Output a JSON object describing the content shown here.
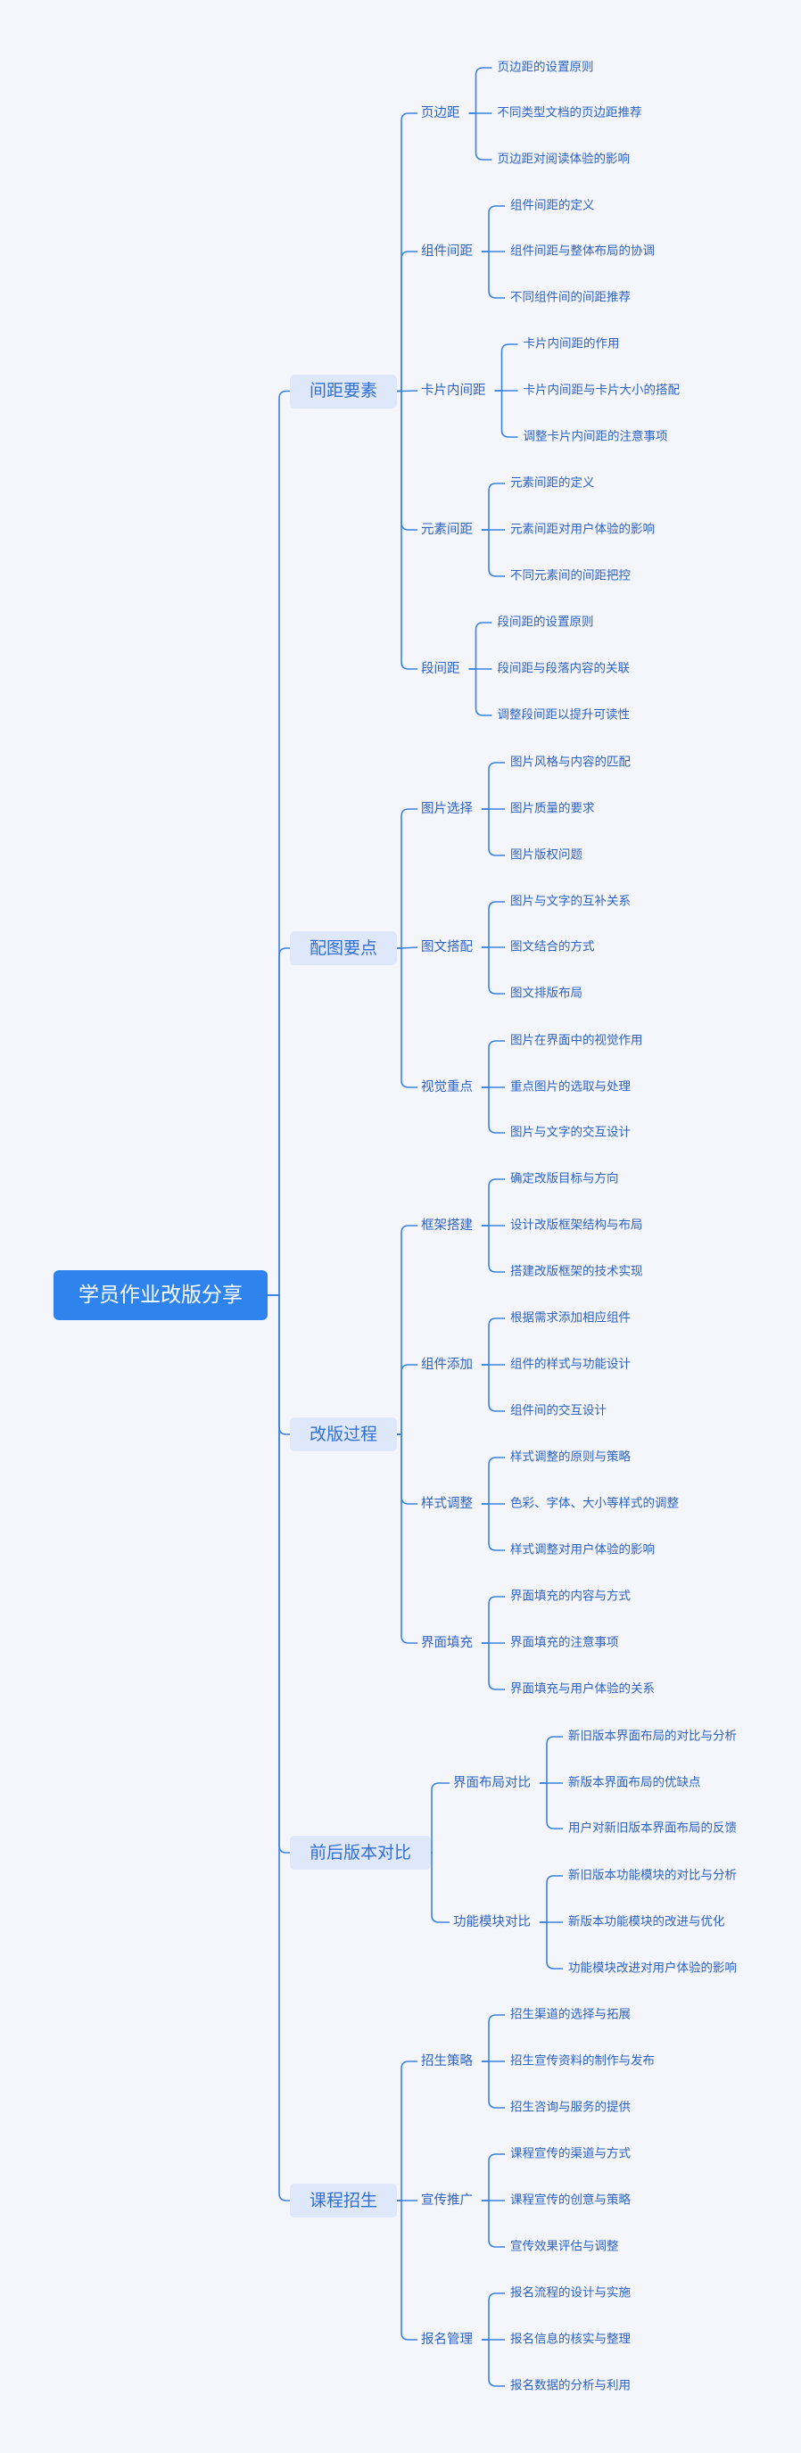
{
  "root": {
    "label": "学员作业改版分享"
  },
  "branches": [
    {
      "label": "间距要素",
      "children": [
        {
          "label": "页边距",
          "children": [
            {
              "label": "页边距的设置原则"
            },
            {
              "label": "不同类型文档的页边距推荐"
            },
            {
              "label": "页边距对阅读体验的影响"
            }
          ]
        },
        {
          "label": "组件间距",
          "children": [
            {
              "label": "组件间距的定义"
            },
            {
              "label": "组件间距与整体布局的协调"
            },
            {
              "label": "不同组件间的间距推荐"
            }
          ]
        },
        {
          "label": "卡片内间距",
          "children": [
            {
              "label": "卡片内间距的作用"
            },
            {
              "label": "卡片内间距与卡片大小的搭配"
            },
            {
              "label": "调整卡片内间距的注意事项"
            }
          ]
        },
        {
          "label": "元素间距",
          "children": [
            {
              "label": "元素间距的定义"
            },
            {
              "label": "元素间距对用户体验的影响"
            },
            {
              "label": "不同元素间的间距把控"
            }
          ]
        },
        {
          "label": "段间距",
          "children": [
            {
              "label": "段间距的设置原则"
            },
            {
              "label": "段间距与段落内容的关联"
            },
            {
              "label": "调整段间距以提升可读性"
            }
          ]
        }
      ]
    },
    {
      "label": "配图要点",
      "children": [
        {
          "label": "图片选择",
          "children": [
            {
              "label": "图片风格与内容的匹配"
            },
            {
              "label": "图片质量的要求"
            },
            {
              "label": "图片版权问题"
            }
          ]
        },
        {
          "label": "图文搭配",
          "children": [
            {
              "label": "图片与文字的互补关系"
            },
            {
              "label": "图文结合的方式"
            },
            {
              "label": "图文排版布局"
            }
          ]
        },
        {
          "label": "视觉重点",
          "children": [
            {
              "label": "图片在界面中的视觉作用"
            },
            {
              "label": "重点图片的选取与处理"
            },
            {
              "label": "图片与文字的交互设计"
            }
          ]
        }
      ]
    },
    {
      "label": "改版过程",
      "children": [
        {
          "label": "框架搭建",
          "children": [
            {
              "label": "确定改版目标与方向"
            },
            {
              "label": "设计改版框架结构与布局"
            },
            {
              "label": "搭建改版框架的技术实现"
            }
          ]
        },
        {
          "label": "组件添加",
          "children": [
            {
              "label": "根据需求添加相应组件"
            },
            {
              "label": "组件的样式与功能设计"
            },
            {
              "label": "组件间的交互设计"
            }
          ]
        },
        {
          "label": "样式调整",
          "children": [
            {
              "label": "样式调整的原则与策略"
            },
            {
              "label": "色彩、字体、大小等样式的调整"
            },
            {
              "label": "样式调整对用户体验的影响"
            }
          ]
        },
        {
          "label": "界面填充",
          "children": [
            {
              "label": "界面填充的内容与方式"
            },
            {
              "label": "界面填充的注意事项"
            },
            {
              "label": "界面填充与用户体验的关系"
            }
          ]
        }
      ]
    },
    {
      "label": "前后版本对比",
      "children": [
        {
          "label": "界面布局对比",
          "children": [
            {
              "label": "新旧版本界面布局的对比与分析"
            },
            {
              "label": "新版本界面布局的优缺点"
            },
            {
              "label": "用户对新旧版本界面布局的反馈"
            }
          ]
        },
        {
          "label": "功能模块对比",
          "children": [
            {
              "label": "新旧版本功能模块的对比与分析"
            },
            {
              "label": "新版本功能模块的改进与优化"
            },
            {
              "label": "功能模块改进对用户体验的影响"
            }
          ]
        }
      ]
    },
    {
      "label": "课程招生",
      "children": [
        {
          "label": "招生策略",
          "children": [
            {
              "label": "招生渠道的选择与拓展"
            },
            {
              "label": "招生宣传资料的制作与发布"
            },
            {
              "label": "招生咨询与服务的提供"
            }
          ]
        },
        {
          "label": "宣传推广",
          "children": [
            {
              "label": "课程宣传的渠道与方式"
            },
            {
              "label": "课程宣传的创意与策略"
            },
            {
              "label": "宣传效果评估与调整"
            }
          ]
        },
        {
          "label": "报名管理",
          "children": [
            {
              "label": "报名流程的设计与实施"
            },
            {
              "label": "报名信息的核实与整理"
            },
            {
              "label": "报名数据的分析与利用"
            }
          ]
        }
      ]
    }
  ],
  "colors": {
    "line": "#3b82e0",
    "root_bg": "#2f83ec",
    "branch_bg": "#dfe8fb",
    "text": "#2e62c4"
  }
}
